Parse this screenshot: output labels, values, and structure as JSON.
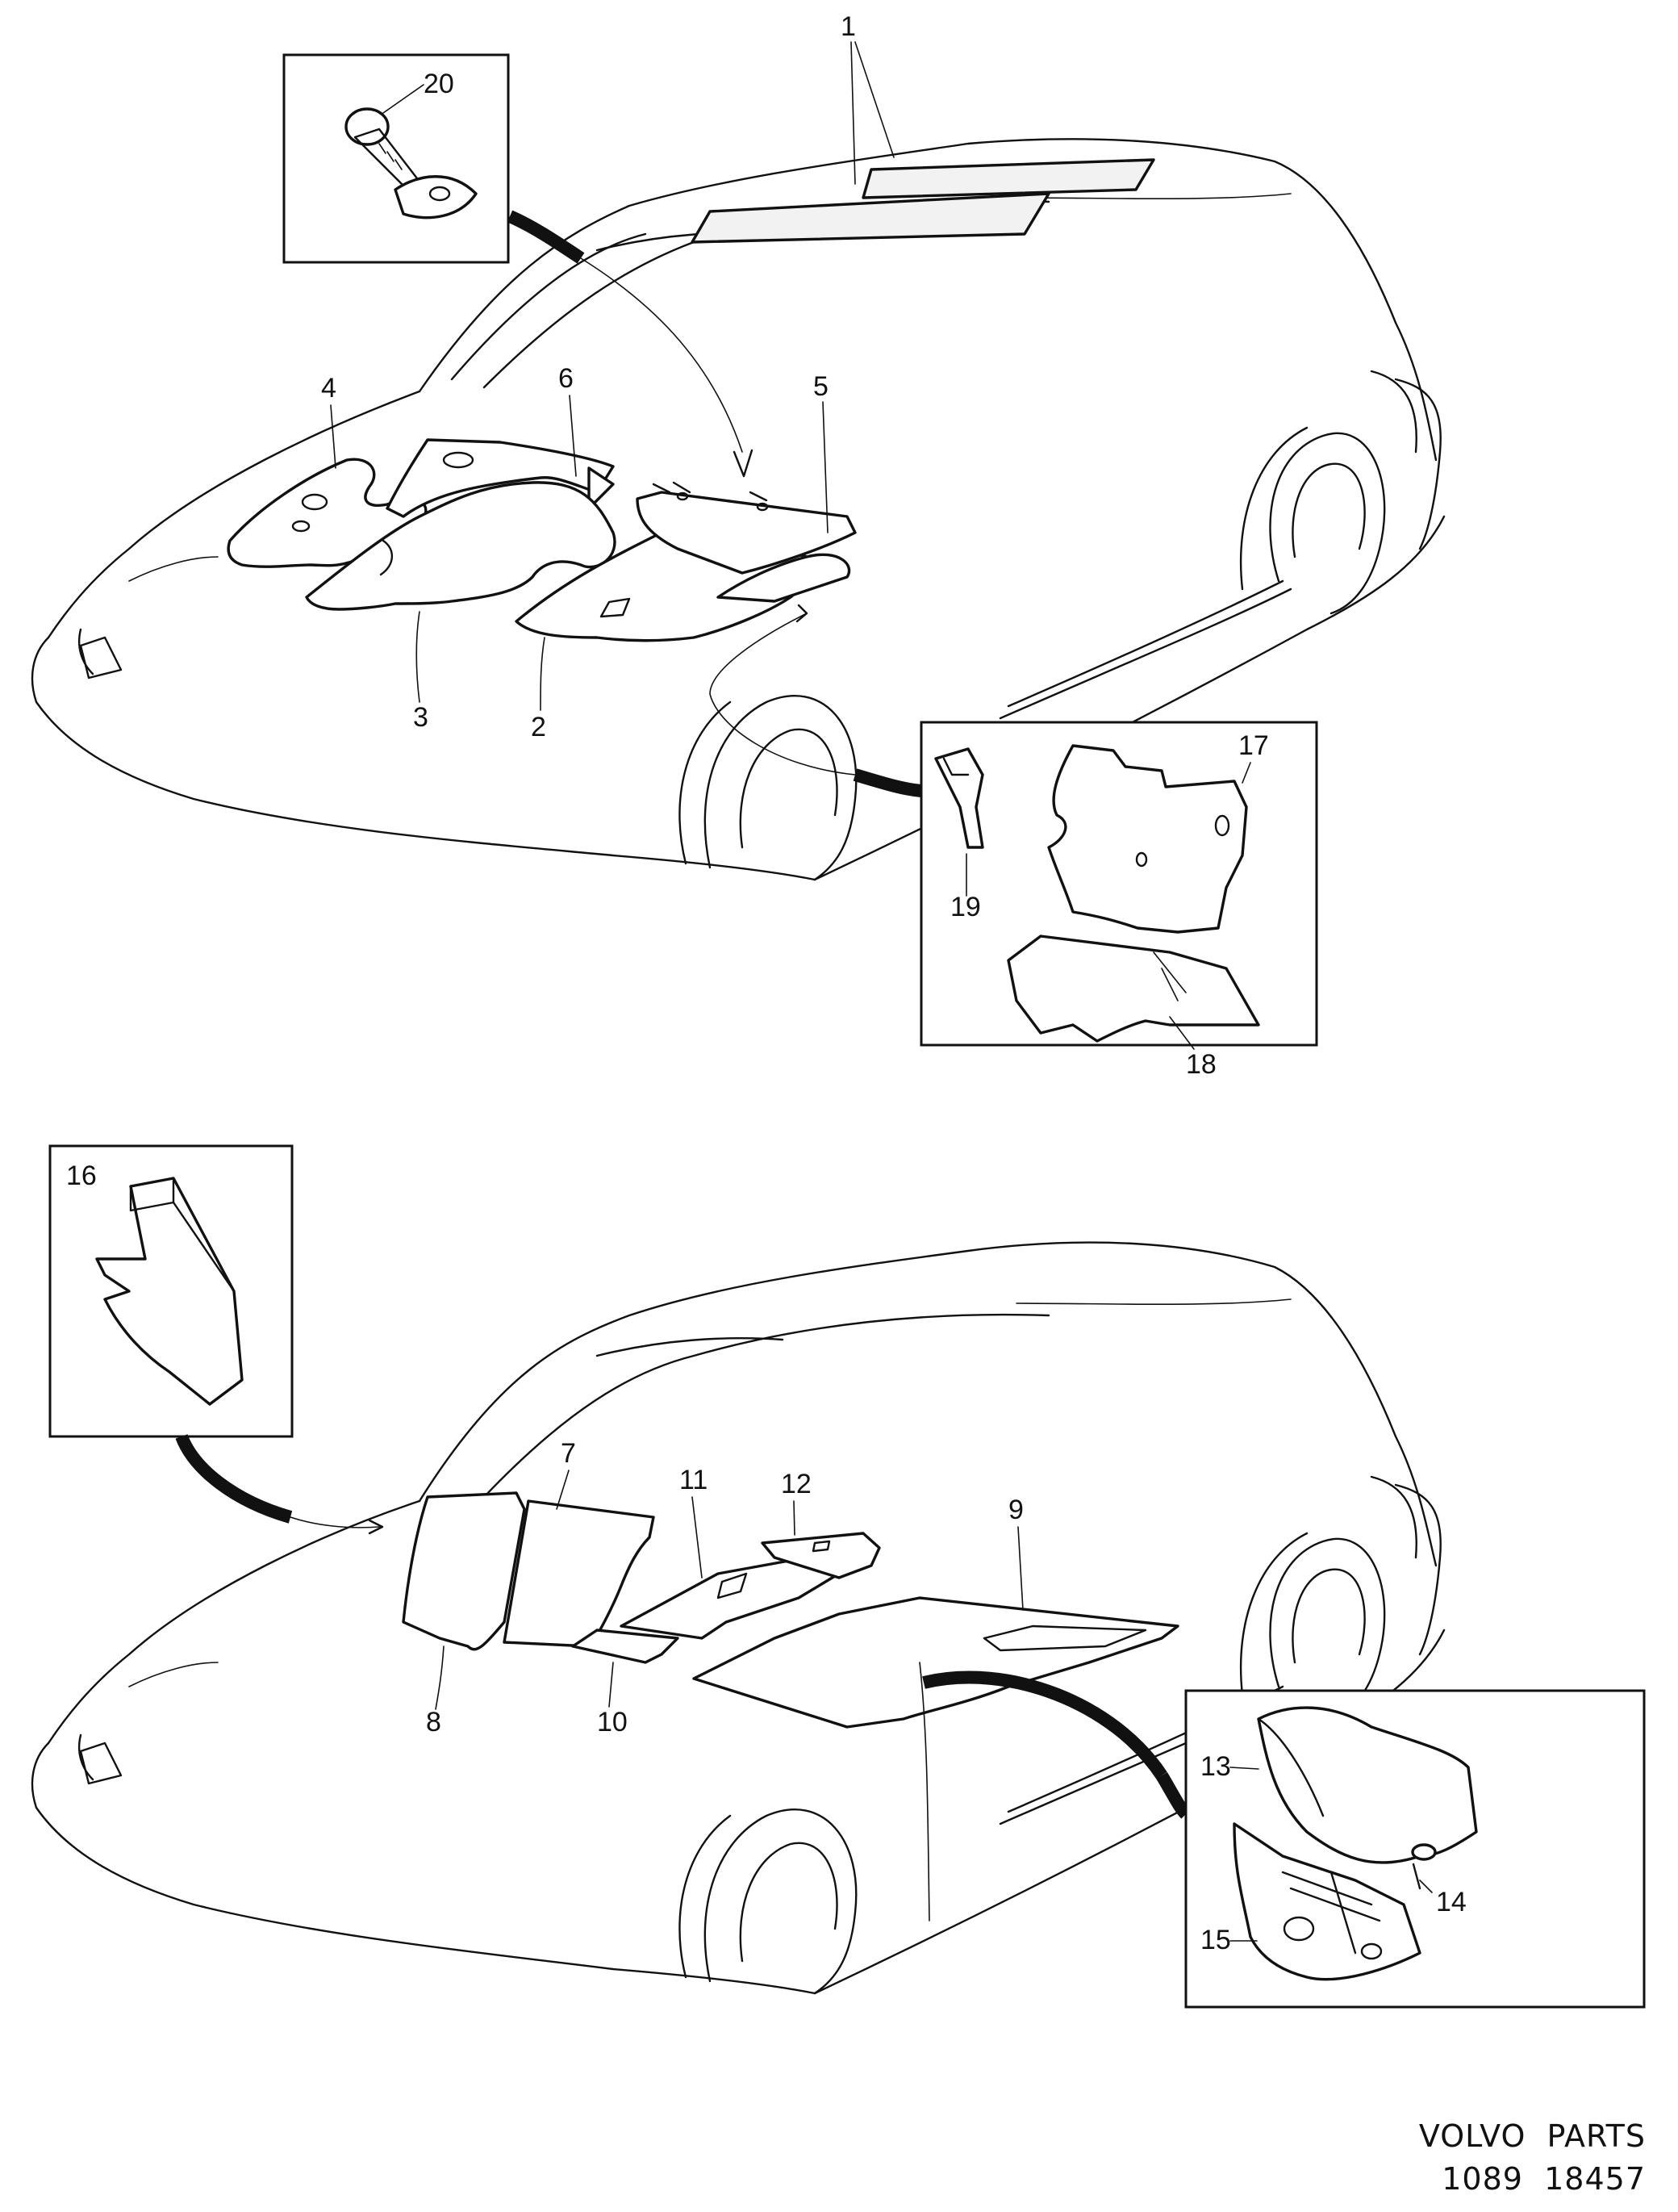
{
  "callouts": {
    "c1": "1",
    "c2": "2",
    "c3": "3",
    "c4": "4",
    "c5": "5",
    "c6": "6",
    "c7": "7",
    "c8": "8",
    "c9": "9",
    "c10": "10",
    "c11": "11",
    "c12": "12",
    "c13": "13",
    "c14": "14",
    "c15": "15",
    "c16": "16",
    "c17": "17",
    "c18": "18",
    "c19": "19",
    "c20": "20"
  },
  "footer": {
    "brand_line": "VOLVO  PARTS",
    "code_line": "1089  18457"
  }
}
